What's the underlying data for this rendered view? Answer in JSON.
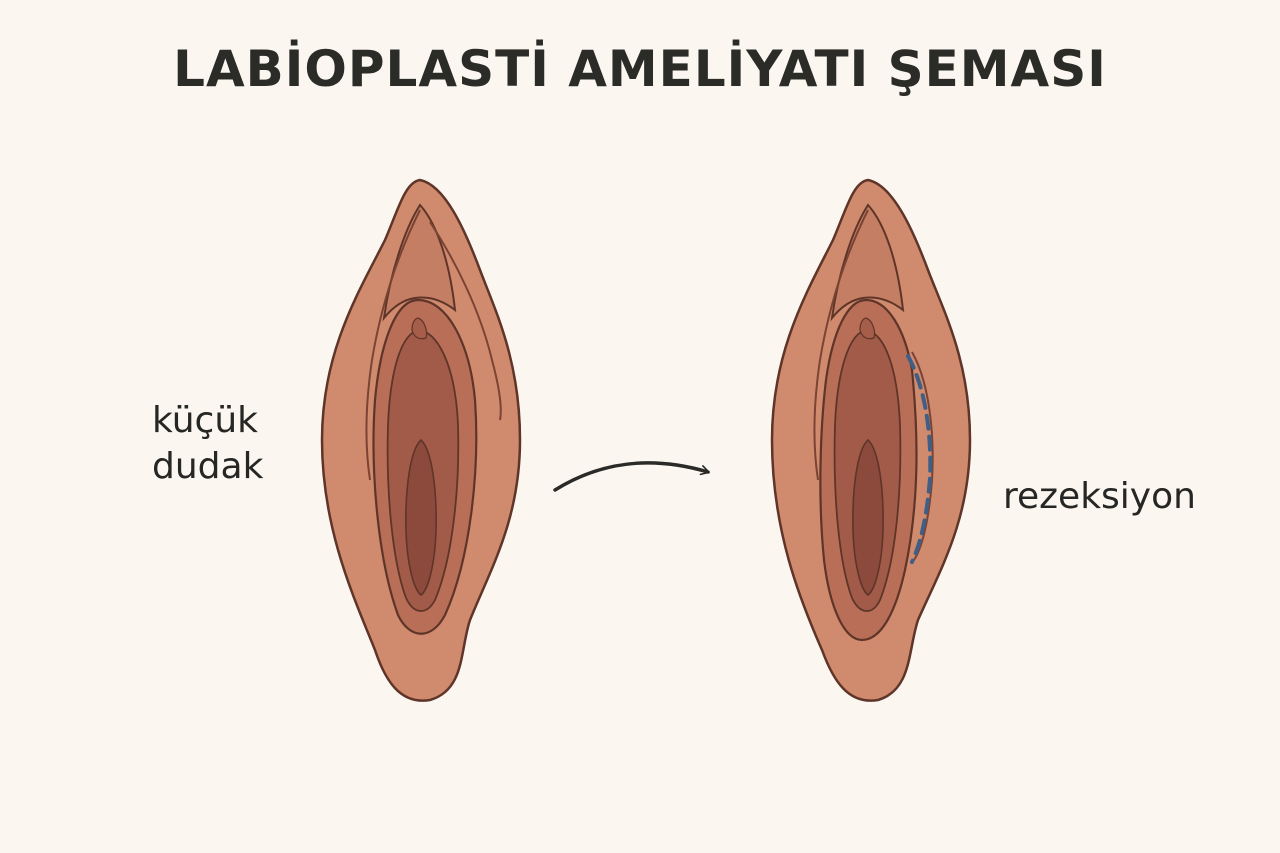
{
  "diagram": {
    "title": "LABİOPLASTİ AMELİYATI ŞEMASI",
    "left_label_line1": "küçük",
    "left_label_line2": "dudak",
    "right_label": "rezeksiyon"
  },
  "colors": {
    "background": "#FBF7F0",
    "skin_outer": "#D08A6E",
    "skin_mid": "#B96F57",
    "skin_inner": "#A25B48",
    "skin_deep": "#8C4A3C",
    "outline": "#5E3528",
    "incision": "#3F5F86",
    "arrow": "#2A2A28",
    "text": "#262624"
  },
  "icons": [
    "curved-arrow-icon"
  ]
}
